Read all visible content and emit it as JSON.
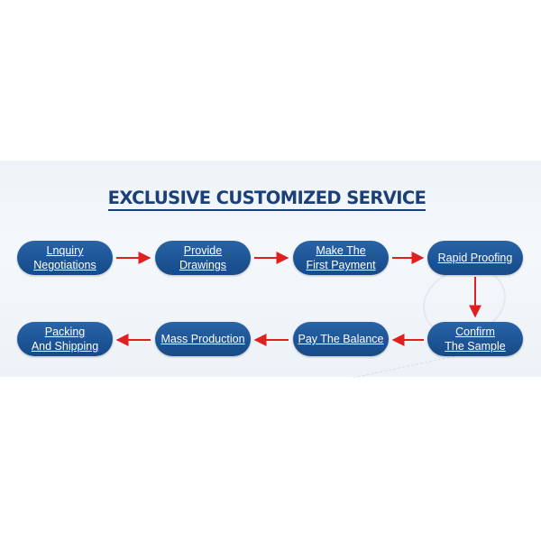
{
  "title": "EXCLUSIVE CUSTOMIZED SERVICE",
  "colors": {
    "node_fill": "#1d5596",
    "title": "#1b3f78",
    "arrow": "#e02020",
    "band": "#f0f5f9"
  },
  "steps": [
    {
      "label": "Lnquiry\nNegotiations"
    },
    {
      "label": "Provide\nDrawings"
    },
    {
      "label": "Make The\nFirst Payment"
    },
    {
      "label": "Rapid Proofing"
    },
    {
      "label": "Confirm\nThe Sample"
    },
    {
      "label": "Pay The Balance"
    },
    {
      "label": "Mass Production"
    },
    {
      "label": "Packing\nAnd Shipping"
    }
  ]
}
